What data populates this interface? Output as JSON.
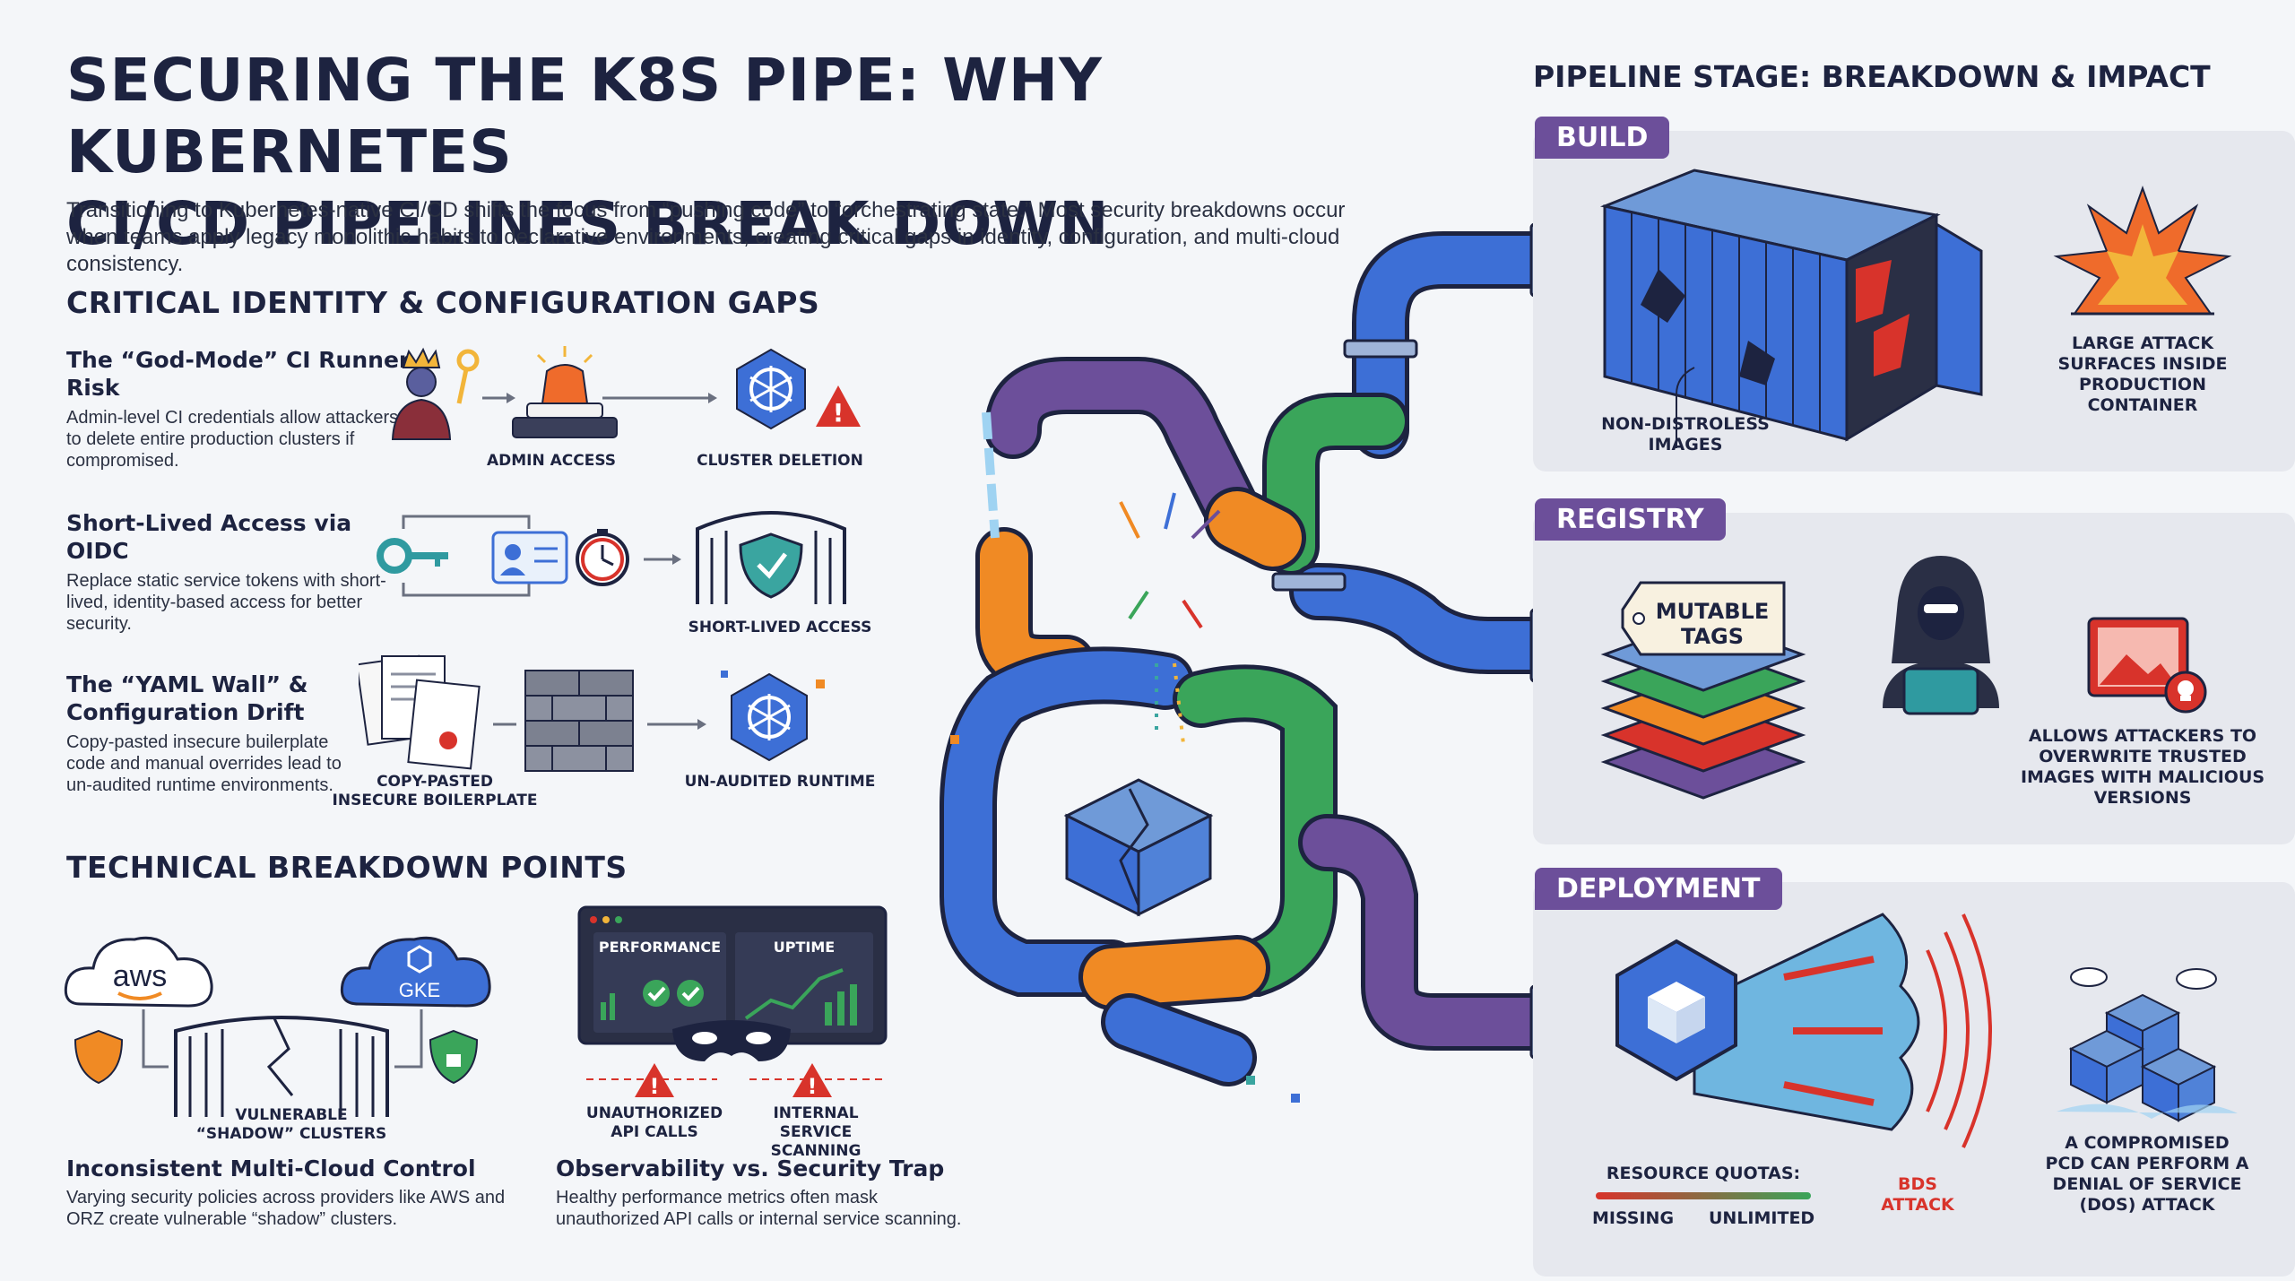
{
  "header": {
    "title_line1": "SECURING THE K8S PIPE: WHY KUBERNETES",
    "title_line2": "CI/CD PIPELINES BREAK DOWN",
    "intro": "Transitioning to Kubernetes-native CI/CD shifts the focus from “pushing code” to “orchestrating state.” Most security breakdowns occur when teams apply legacy monolithic habits to declarative environments, creating critical gaps in identity, configuration, and multi-cloud consistency."
  },
  "gaps": {
    "heading": "CRITICAL IDENTITY & CONFIGURATION GAPS",
    "items": [
      {
        "title": "The “God-Mode” CI Runner Risk",
        "desc": "Admin-level CI credentials allow attackers to delete entire production clusters if compromised.",
        "cap1": "ADMIN ACCESS",
        "cap2": "CLUSTER DELETION"
      },
      {
        "title": "Short-Lived Access via OIDC",
        "desc": "Replace static service tokens with short-lived, identity-based access for better security.",
        "cap2": "SHORT-LIVED ACCESS"
      },
      {
        "title_line1": "The “YAML Wall” &",
        "title_line2": "Configuration Drift",
        "desc": "Copy-pasted insecure builerplate code and manual overrides lead to un-audited runtime environments.",
        "cap1_line1": "COPY-PASTED",
        "cap1_line2": "INSECURE BOILERPLATE",
        "cap2": "UN-AUDITED RUNTIME"
      }
    ]
  },
  "technical": {
    "heading": "TECHNICAL BREAKDOWN POINTS",
    "multicloud": {
      "aws_label": "aws",
      "gke_label": "GKE",
      "cap_line1": "VULNERABLE",
      "cap_line2": "“SHADOW” CLUSTERS",
      "title": "Inconsistent Multi-Cloud Control",
      "desc": "Varying security policies across providers like AWS and ORZ create vulnerable “shadow” clusters."
    },
    "observability": {
      "panel1": "PERFORMANCE",
      "panel2": "UPTIME",
      "cap1_line1": "UNAUTHORIZED",
      "cap1_line2": "API CALLS",
      "cap2_line1": "INTERNAL SERVICE",
      "cap2_line2": "SCANNING",
      "title": "Observability vs. Security Trap",
      "desc": "Healthy performance metrics often mask unauthorized API calls or internal service scanning."
    }
  },
  "pipeline": {
    "heading": "PIPELINE STAGE: BREAKDOWN & IMPACT",
    "build": {
      "tag": "BUILD",
      "cap_line1": "NON-DISTROLESS",
      "cap_line2": "IMAGES",
      "impact_line1": "LARGE ATTACK",
      "impact_line2": "SURFACES INSIDE",
      "impact_line3": "PRODUCTION",
      "impact_line4": "CONTAINER"
    },
    "registry": {
      "tag": "REGISTRY",
      "label_line1": "MUTABLE",
      "label_line2": "TAGS",
      "impact_line1": "ALLOWS ATTACKERS TO",
      "impact_line2": "OVERWRITE TRUSTED",
      "impact_line3": "IMAGES WITH MALICIOUS",
      "impact_line4": "VERSIONS"
    },
    "deployment": {
      "tag": "DEPLOYMENT",
      "quota_label": "RESOURCE QUOTAS:",
      "missing": "MISSING",
      "unlimited": "UNLIMITED",
      "attack_line1": "BDS",
      "attack_line2": "ATTACK",
      "impact_line1": "A COMPROMISED",
      "impact_line2": "PCD CAN PERFORM A",
      "impact_line3": "DENIAL OF SERVICE",
      "impact_line4": "(DoS) ATTACK"
    }
  },
  "colors": {
    "navy": "#1d2340",
    "purple": "#6c4f9a",
    "blue": "#3d6fd6",
    "orange": "#f08a24",
    "green": "#3aa55a",
    "red": "#d8332b",
    "teal": "#2f9aa0"
  }
}
